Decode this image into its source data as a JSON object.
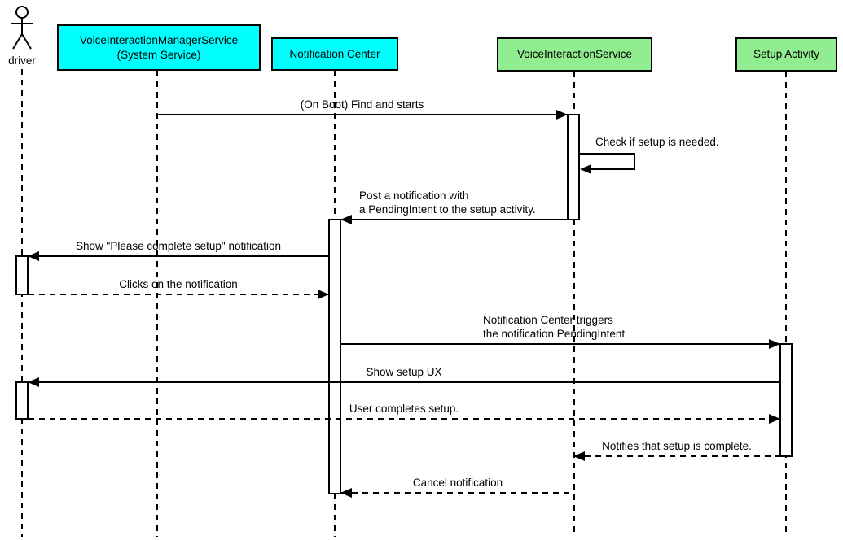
{
  "diagram": {
    "type": "uml-sequence",
    "background": "#ffffff",
    "colors": {
      "system_service_box": "#00ffff",
      "component_box": "#90ee90",
      "line": "#000000",
      "activation_fill": "#ffffff"
    }
  },
  "participants": {
    "driver": {
      "label": "driver",
      "kind": "actor"
    },
    "vims": {
      "label": "VoiceInteractionManagerService\n(System Service)",
      "color": "#00ffff"
    },
    "nc": {
      "label": "Notification Center",
      "color": "#00ffff"
    },
    "vis": {
      "label": "VoiceInteractionService",
      "color": "#90ee90"
    },
    "setup": {
      "label": "Setup Activity",
      "color": "#90ee90"
    }
  },
  "messages": {
    "m1": {
      "from": "VoiceInteractionManagerService (System Service)",
      "to": "VoiceInteractionService",
      "style": "solid",
      "label": "(On Boot) Find and starts"
    },
    "m2": {
      "from": "VoiceInteractionService",
      "to": "VoiceInteractionService",
      "style": "self",
      "label": "Check if setup is needed."
    },
    "m3": {
      "from": "VoiceInteractionService",
      "to": "Notification Center",
      "style": "solid",
      "label": "Post a notification with\na PendingIntent to the setup activity."
    },
    "m4": {
      "from": "Notification Center",
      "to": "driver",
      "style": "solid",
      "label": "Show \"Please complete setup\" notification"
    },
    "m5": {
      "from": "driver",
      "to": "Notification Center",
      "style": "dashed",
      "label": "Clicks on the notification"
    },
    "m6": {
      "from": "Notification Center",
      "to": "Setup Activity",
      "style": "solid",
      "label": "Notification Center triggers\nthe notification PendingIntent"
    },
    "m7": {
      "from": "Setup Activity",
      "to": "driver",
      "style": "solid",
      "label": "Show setup UX"
    },
    "m8": {
      "from": "driver",
      "to": "Setup Activity",
      "style": "dashed",
      "label": "User completes setup."
    },
    "m9": {
      "from": "Setup Activity",
      "to": "VoiceInteractionService",
      "style": "dashed",
      "label": "Notifies that setup is complete."
    },
    "m10": {
      "from": "VoiceInteractionService",
      "to": "Notification Center",
      "style": "dashed",
      "label": "Cancel notification"
    }
  }
}
